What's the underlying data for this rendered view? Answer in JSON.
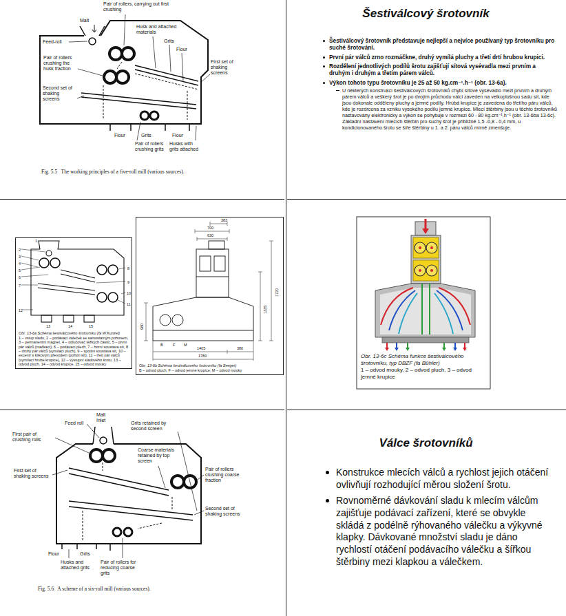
{
  "diagram": {
    "nodes": [
      {
        "text": [
          "Pair of rollers, carrying out first crushing",
          "Malt",
          "Feed-roll",
          "Pair of rollers crushing the husk fraction",
          "Second set of shaking screens",
          "Husk and attached materials",
          "Grits",
          "Flour",
          "First set of shaking screens",
          "Flour",
          "Grits",
          "Flour",
          "Pair of rollers crushing grits",
          "Husks with grits attached",
          "Fig. 5.5   The working principles of a five-roll mill (various sources)."
        ]
      },
      {
        "text": [
          "Šestiválcový šrotovník",
          "Šestiválcový šrotovník představuje nejlepší a nejvíce používaný typ šrotovníku pro suché šrotování.",
          "První pár válců zrno rozmáčkne, druhý vymílá pluchy a třetí drtí hrubou krupici.",
          "Rozdělení jednotlivých podílů šrotu zajišťují sítová vysévadla mezi prvním a druhým i druhým a třetím párem válců.",
          "Výkon tohoto typu šrotovníku je 25 až 50 kg.cm⁻¹.h⁻¹ (obr. 13-6a).",
          "U některých konstrukcí šestiválcových šrotovníků chybí sítové vysévadlo mezi prvním a druhým párem válců a veškerý šrot je po dvojím průchodu válci zaveden na velkoplošnou sadu sít, kde jsou dokonale odděleny pluchy a jemné podíly. Hrubá krupice je zavedena do třetího páru válců, kde je rozdrcena za vzniku vysokého podílu jemné krupice. Mlecí štěrbiny jsou u těchto šrotovníků nastavovány elektronicky a výkon se pohybuje v rozmezí 60 - 80 kg.cm⁻¹.h⁻¹ (obr. 13-6ba 13-6c). Základní nastavení mlecích štěrbin pro suchý šrot je přibližně 1,5 -0,8 - 0,4 mm, u kondicionovaného šrotu se šíře štěrbiny u 1. a 2. páru válců mírně zmenšuje."
        ]
      },
      {
        "text": [
          "1",
          "2",
          "3",
          "4",
          "5",
          "6",
          "7",
          "8",
          "9",
          "10",
          "11",
          "12",
          "13",
          "14",
          "15",
          "Obr. 13-6a Schéma šestiválcového šrotovníku (fa W.Kunzel)",
          "1 – vstup sladu, 2 – podávací váleček se samostatným pohonem, 3 – permanentní magnet, 4 – odlučovač těžkých částic, 5 – první pár válců (mačkací), 6 – podávací plech, 7 – horní soustava sít, 8 – druhý pár válců (vymílací pluch), 9 – spodní soustava sít, 10 – excentr s klikovým převodem (pohon sít), 11 – třetí pár válců (vymílací hrubé krupice), 12 – výstupní sladového šrotu, 13 – odvod pluch, 14 – odvod krupice, 15 – odvod mouky"
        ]
      },
      {
        "text": [
          "383",
          "700",
          "630",
          "1720",
          "1335",
          "980",
          "B",
          "F",
          "M",
          "1405",
          "380",
          "1780",
          "Obr. 13-6b Schéma šestiválcového šrotovníku (fa Seeger)",
          "B – odvod pluch, F – odvod jemné krupice, M – odvod mouky"
        ]
      },
      {
        "text": [
          "Obr. 13-6c Schéma funkce šestiválcového šrotovníku, typ DBZF (fa Bühler)",
          "1 – odvod mouky, 2 – odvod pluch, 3 – odvod jemné krupice"
        ]
      },
      {
        "text": [
          "Malt Inlet",
          "Feed roll",
          "Grits retained by second screen",
          "First pair of crushing rolls",
          "Coarse materials retained by top screen",
          "First set of shaking screens",
          "Pair of rollers crushing coarse fraction",
          "Second set of shaking screens",
          "Flour",
          "Grits",
          "Husks and attached grits",
          "Pair of rollers for reducing coarse grits",
          "Fig. 5.6   A scheme of a six-roll mill (various sources)."
        ]
      },
      {
        "text": [
          "Válce šrotovníků",
          "Konstrukce mlecích válců a rychlost jejich otáčení ovlivňují rozhodující měrou složení šrotu.",
          "Rovnoměrné dávkování sladu k mlecím válcům zajišťuje podávací zařízení, které se obvykle skládá z podélně rýhovaného válečku a výkyvné klapky. Dávkované množství sladu je dáno rychlostí otáčení podávacího válečku a šířkou štěrbiny mezi klapkou a válečkem."
        ]
      }
    ]
  }
}
